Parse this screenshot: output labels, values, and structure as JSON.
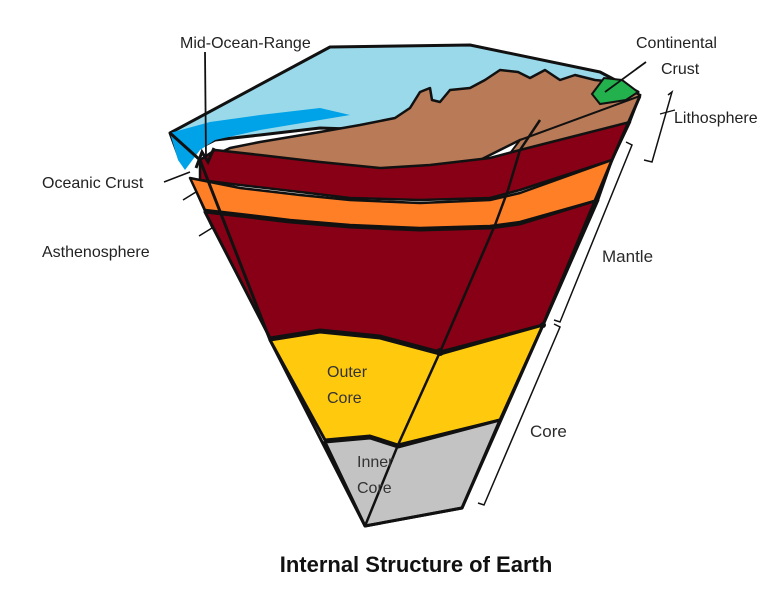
{
  "title": "Internal Structure of Earth",
  "labels": {
    "mid_ocean_range": "Mid-Ocean-Range",
    "continental_crust_line1": "Continental",
    "continental_crust_line2": "Crust",
    "lithosphere": "Lithosphere",
    "oceanic_crust": "Oceanic Crust",
    "asthenosphere": "Asthenosphere",
    "mantle": "Mantle",
    "outer_core_line1": "Outer",
    "outer_core_line2": "Core",
    "core": "Core",
    "inner_core_line1": "Inner",
    "inner_core_line2": "Core"
  },
  "colors": {
    "ocean": "#99d9ea",
    "ocean_deep": "#00a2e8",
    "crust": "#b97a57",
    "mantle": "#880015",
    "asthenosphere": "#ff7f27",
    "outer_core": "#ffc90e",
    "inner_core": "#c3c3c3",
    "continental": "#22b14c",
    "outline": "#111111"
  }
}
